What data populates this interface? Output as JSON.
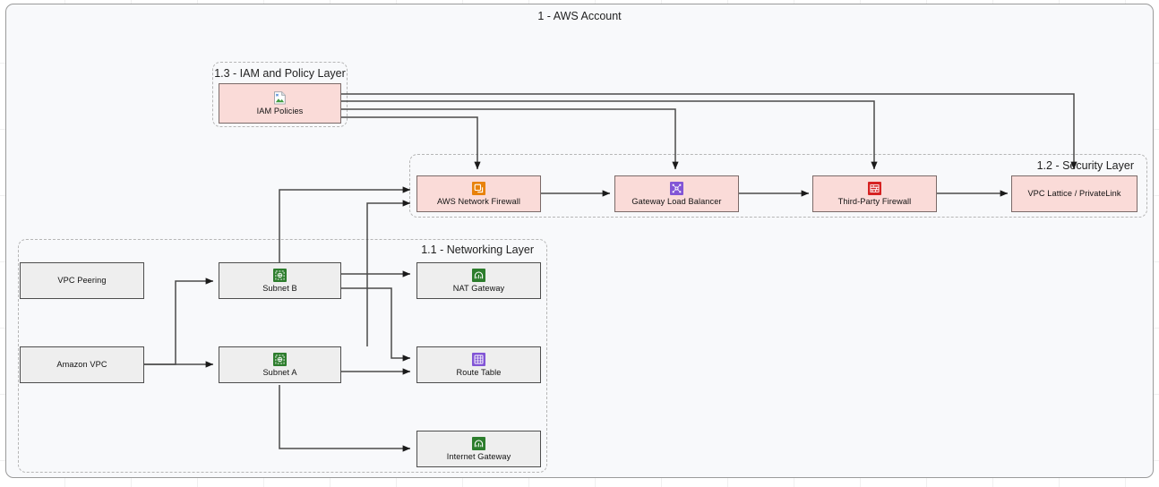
{
  "diagram": {
    "background": "#ffffff",
    "grid": true,
    "containers": [
      {
        "id": "aws-account",
        "label": "1 - AWS Account",
        "style": "solid",
        "title_align": "center"
      },
      {
        "id": "iam-policy-layer",
        "label": "1.3 - IAM and Policy Layer",
        "style": "dashed",
        "title_align": "center"
      },
      {
        "id": "security-layer",
        "label": "1.2 - Security Layer",
        "style": "dashed",
        "title_align": "right"
      },
      {
        "id": "networking-layer",
        "label": "1.1 - Networking Layer",
        "style": "dashed",
        "title_align": "right"
      }
    ],
    "nodes": [
      {
        "id": "iam-policies",
        "label": "IAM Policies",
        "fill": "#fadbd8",
        "border": "#7a6a68",
        "icon": "broken-image-icon",
        "icon_color": ""
      },
      {
        "id": "aws-network-firewall",
        "label": "AWS Network Firewall",
        "fill": "#fadbd8",
        "border": "#7a6a68",
        "icon": "network-firewall-icon",
        "icon_color": "#e8820c"
      },
      {
        "id": "gateway-load-balancer",
        "label": "Gateway Load Balancer",
        "fill": "#fadbd8",
        "border": "#7a6a68",
        "icon": "load-balancer-icon",
        "icon_color": "#8255d6"
      },
      {
        "id": "third-party-firewall",
        "label": "Third-Party Firewall",
        "fill": "#fadbd8",
        "border": "#7a6a68",
        "icon": "third-party-firewall-icon",
        "icon_color": "#d62222"
      },
      {
        "id": "vpc-lattice",
        "label": "VPC Lattice / PrivateLink",
        "fill": "#fadbd8",
        "border": "#7a6a68",
        "icon": "",
        "icon_color": ""
      },
      {
        "id": "vpc-peering",
        "label": "VPC Peering",
        "fill": "#eeeeee",
        "border": "#4d4d4d",
        "icon": "",
        "icon_color": ""
      },
      {
        "id": "amazon-vpc",
        "label": "Amazon VPC",
        "fill": "#eeeeee",
        "border": "#4d4d4d",
        "icon": "",
        "icon_color": ""
      },
      {
        "id": "subnet-b",
        "label": "Subnet B",
        "fill": "#eeeeee",
        "border": "#4d4d4d",
        "icon": "subnet-icon",
        "icon_color": "#2d7d2d"
      },
      {
        "id": "subnet-a",
        "label": "Subnet A",
        "fill": "#eeeeee",
        "border": "#4d4d4d",
        "icon": "subnet-icon",
        "icon_color": "#2d7d2d"
      },
      {
        "id": "nat-gateway",
        "label": "NAT Gateway",
        "fill": "#eeeeee",
        "border": "#4d4d4d",
        "icon": "nat-gateway-icon",
        "icon_color": "#2d7d2d"
      },
      {
        "id": "route-table",
        "label": "Route Table",
        "fill": "#eeeeee",
        "border": "#4d4d4d",
        "icon": "route-table-icon",
        "icon_color": "#8255d6"
      },
      {
        "id": "internet-gateway",
        "label": "Internet Gateway",
        "fill": "#eeeeee",
        "border": "#4d4d4d",
        "icon": "internet-gateway-icon",
        "icon_color": "#2d7d2d"
      }
    ],
    "edges": [
      {
        "from": "iam-policies",
        "to": "vpc-lattice"
      },
      {
        "from": "iam-policies",
        "to": "third-party-firewall"
      },
      {
        "from": "iam-policies",
        "to": "gateway-load-balancer"
      },
      {
        "from": "iam-policies",
        "to": "aws-network-firewall"
      },
      {
        "from": "subnet-b",
        "to": "aws-network-firewall"
      },
      {
        "from": "subnet-a",
        "to": "aws-network-firewall"
      },
      {
        "from": "aws-network-firewall",
        "to": "gateway-load-balancer"
      },
      {
        "from": "gateway-load-balancer",
        "to": "third-party-firewall"
      },
      {
        "from": "third-party-firewall",
        "to": "vpc-lattice"
      },
      {
        "from": "vpc-peering",
        "to": "subnet-b"
      },
      {
        "from": "amazon-vpc",
        "to": "subnet-b"
      },
      {
        "from": "amazon-vpc",
        "to": "subnet-a"
      },
      {
        "from": "subnet-b",
        "to": "nat-gateway"
      },
      {
        "from": "subnet-b",
        "to": "route-table"
      },
      {
        "from": "subnet-a",
        "to": "route-table"
      },
      {
        "from": "subnet-a",
        "to": "internet-gateway"
      }
    ]
  }
}
